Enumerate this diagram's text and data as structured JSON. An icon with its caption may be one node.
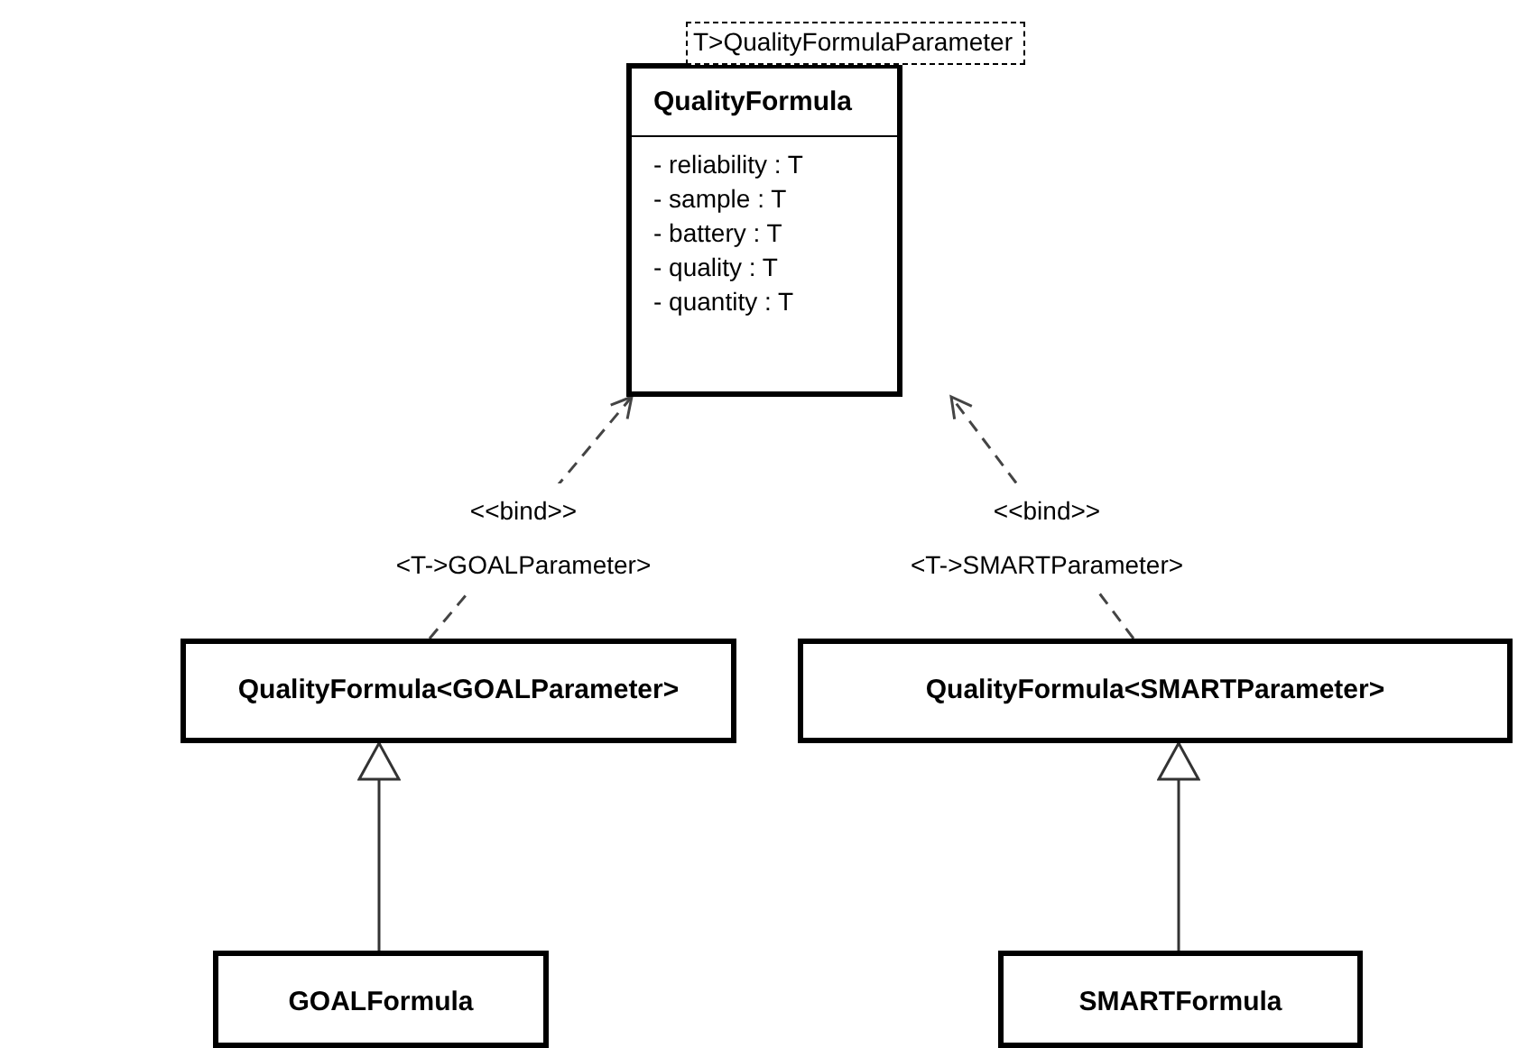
{
  "diagram": {
    "nodes": [
      {
        "text": [
          "QualityFormula",
          "- reliability : T",
          "- sample : T",
          "- battery : T",
          "- quality : T",
          "- quantity : T"
        ]
      },
      {
        "text": [
          "T>QualityFormulaParameter"
        ]
      },
      {
        "text": [
          "QualityFormula<GOALParameter>"
        ]
      },
      {
        "text": [
          "QualityFormula<SMARTParameter>"
        ]
      },
      {
        "text": [
          "GOALFormula"
        ]
      },
      {
        "text": [
          "SMARTFormula"
        ]
      }
    ],
    "edges": [
      {
        "from": 2,
        "to": 0,
        "arrow": "to",
        "style": "dashed",
        "label": "<<bind>> <T->GOALParameter>"
      },
      {
        "from": 3,
        "to": 0,
        "arrow": "to",
        "style": "dashed",
        "label": "<<bind>> <T->SMARTParameter>"
      },
      {
        "from": 4,
        "to": 2,
        "arrow": "to"
      },
      {
        "from": 5,
        "to": 3,
        "arrow": "to"
      }
    ]
  }
}
